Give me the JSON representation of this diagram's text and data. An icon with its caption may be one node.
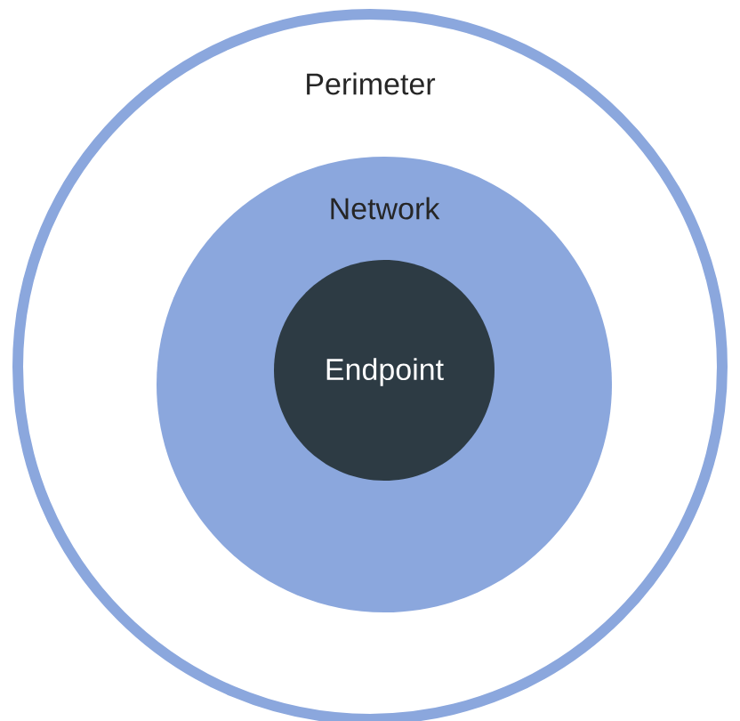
{
  "diagram": {
    "nodes": [
      {
        "text": [
          "Perimeter"
        ]
      },
      {
        "text": [
          "Network"
        ],
        "in": 0
      },
      {
        "text": [
          "Endpoint"
        ],
        "in": 1
      }
    ]
  }
}
